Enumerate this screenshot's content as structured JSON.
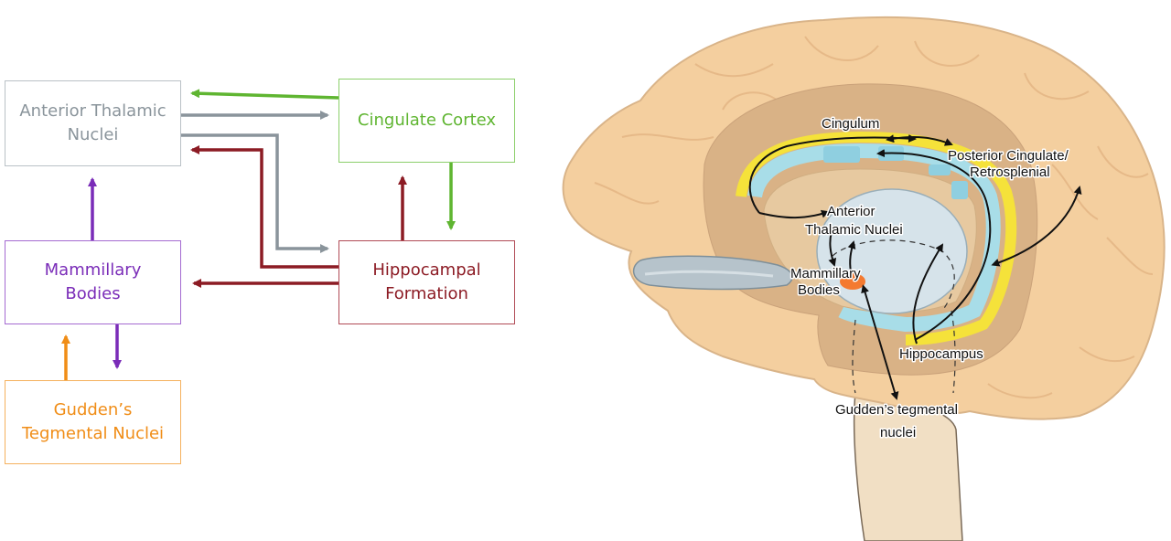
{
  "flowchart": {
    "anterior_thalamic_nuclei": "Anterior Thalamic\nNuclei",
    "cingulate_cortex": "Cingulate Cortex",
    "mammillary_bodies": "Mammillary\nBodies",
    "hippocampal_formation": "Hippocampal\nFormation",
    "guddens_tegmental_nuclei": "Gudden’s\nTegmental Nuclei"
  },
  "brain_labels": {
    "cingulum": "Cingulum",
    "posterior_cingulate_line1": "Posterior Cingulate/",
    "posterior_cingulate_line2": "Retrosplenial",
    "anterior_thalamic_line1": "Anterior",
    "anterior_thalamic_line2": "Thalamic Nuclei",
    "mammillary_line1": "Mammillary",
    "mammillary_line2": "Bodies",
    "hippocampus": "Hippocampus",
    "guddens_line1": "Gudden’s tegmental",
    "guddens_line2": "nuclei"
  },
  "colors": {
    "gray": "#8a949b",
    "green": "#5fb531",
    "purple": "#7a2cb8",
    "red": "#8c1b24",
    "orange": "#f08d17"
  }
}
